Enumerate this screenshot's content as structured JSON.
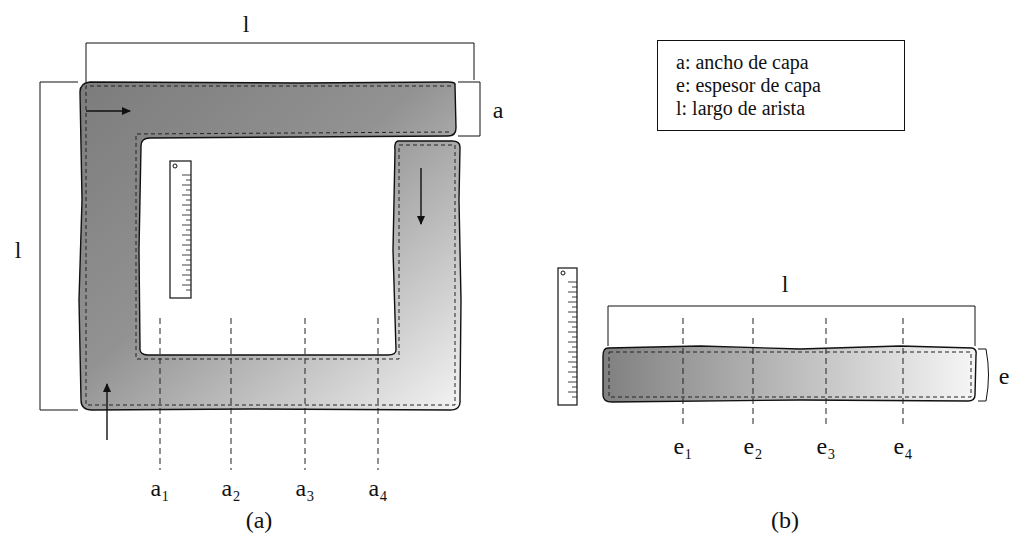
{
  "diagram": {
    "nodes": [
      {
        "text": [
          "a: ancho de capa",
          "e: espesor de capa",
          "l: largo de arista"
        ]
      }
    ],
    "labels": [
      "l",
      "l",
      "a",
      "a₁",
      "a₂",
      "a₃",
      "a₄",
      "(a)",
      "l",
      "e",
      "e₁",
      "e₂",
      "e₃",
      "e₄",
      "(b)"
    ]
  }
}
